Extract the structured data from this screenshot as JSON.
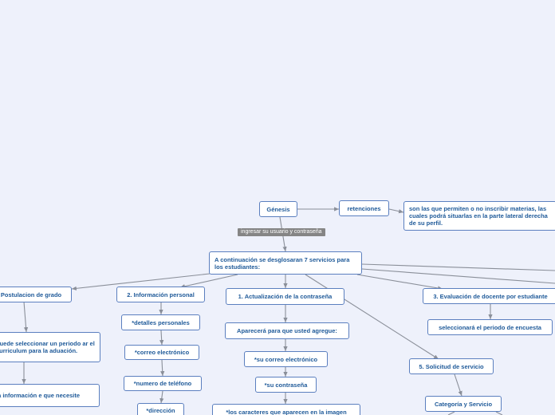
{
  "nodes": {
    "genesis": "Génesis",
    "retenciones": "retenciones",
    "retenciones_desc": "son las que permiten o no inscribir materias, las cuales podrá situarlas en la parte lateral derecha de su perfil.",
    "login_label": "ingresar su usuario y contraseña",
    "main": "A continuación se desglosaran 7 servicios para los estudiantes:",
    "postulacion": "Postulacion de grado",
    "postulacion_desc": "puede seleccionar un periodo ar el curriculum para la aduación.",
    "postulacion_info": "la información e que necesite",
    "info_personal": "2. Información personal",
    "detalles": "*detalles personales",
    "correo": "*correo electrónico",
    "telefono": "*numero de teléfono",
    "direccion": "*dirección",
    "actualizacion": "1. Actualización de la  contraseña",
    "aparecera": "Aparecerá para que usted agregue:",
    "su_correo": "*su correo electrónico",
    "su_contrasena": "*su contraseña",
    "caracteres": "*los caracteres que aparecen en la imagen",
    "evaluacion": "3. Evaluación de docente por estudiante",
    "periodo_encuesta": "seleccionará el periodo de encuesta",
    "solicitud": "5. Solicitud de servicio",
    "categoria": "Categoría y Servicio"
  },
  "colors": {
    "background": "#eef1fb",
    "node_border": "#5b7fbf",
    "node_text": "#1f5a99",
    "connector": "#8a8f99",
    "label_bg": "#858585"
  }
}
